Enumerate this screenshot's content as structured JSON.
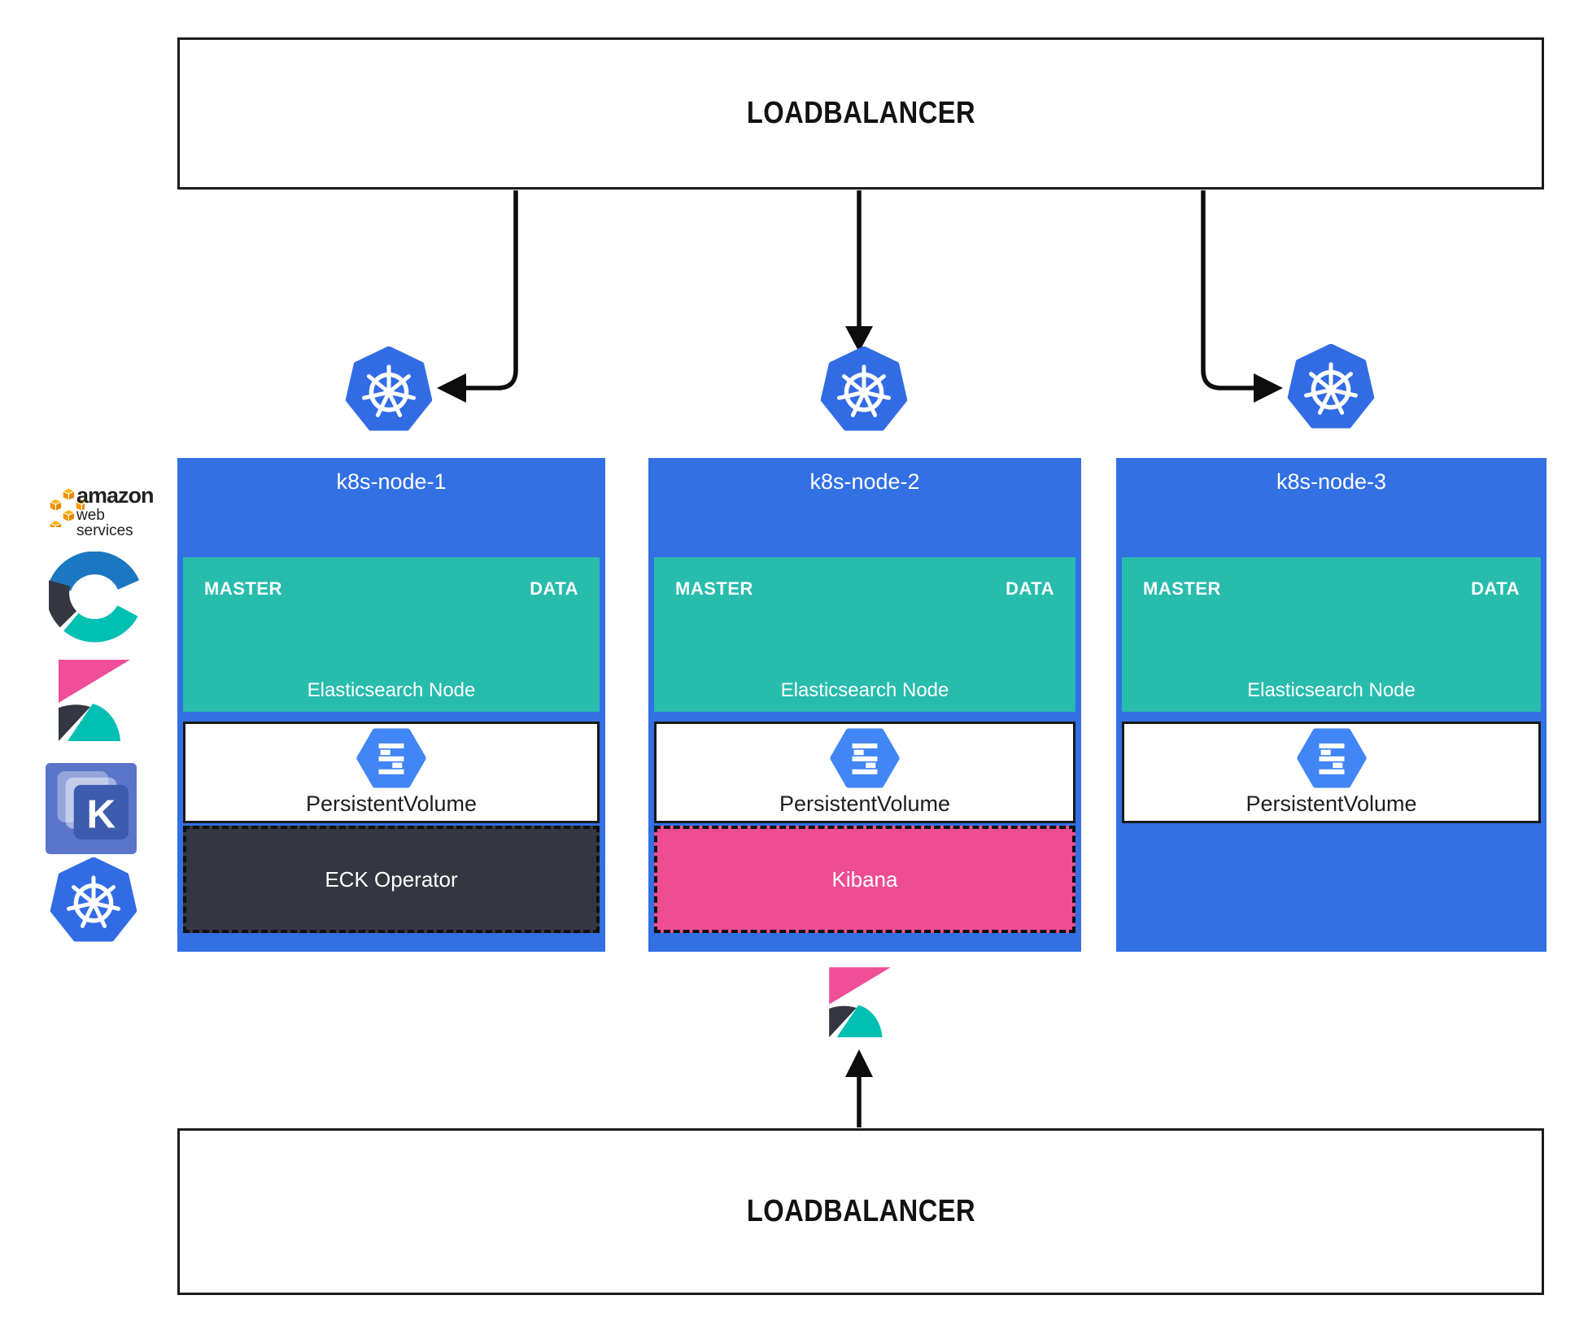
{
  "loadbalancers": {
    "top_label": "LOADBALANCER",
    "bottom_label": "LOADBALANCER"
  },
  "nodes": [
    {
      "title": "k8s-node-1",
      "master_label": "MASTER",
      "data_label": "DATA",
      "es_label": "Elasticsearch Node",
      "pv_label": "PersistentVolume",
      "extra_label": "ECK Operator"
    },
    {
      "title": "k8s-node-2",
      "master_label": "MASTER",
      "data_label": "DATA",
      "es_label": "Elasticsearch Node",
      "pv_label": "PersistentVolume",
      "extra_label": "Kibana"
    },
    {
      "title": "k8s-node-3",
      "master_label": "MASTER",
      "data_label": "DATA",
      "es_label": "Elasticsearch Node",
      "pv_label": "PersistentVolume"
    }
  ],
  "sidebar": {
    "aws_line1": "amazon",
    "aws_line2": "web services",
    "kustomize_letter": "K",
    "icons": [
      "aws",
      "elastic-cloud",
      "kibana",
      "kustomize",
      "kubernetes"
    ]
  },
  "colors": {
    "node_blue": "#3270E4",
    "teal": "#28BCAD",
    "pink": "#EF4D92",
    "dark": "#343741",
    "k8s_blue": "#326CE5",
    "eshex_blue": "#4285F4",
    "cloud_blue": "#1B77C1",
    "cloud_teal": "#00BFB3",
    "kibana_pink": "#F04E98",
    "kibana_dark": "#343741",
    "kibana_teal": "#00BFB3",
    "aws_orange": "#F79500",
    "aws_orange_light": "#FDB515",
    "aws_orange_dark": "#E88700",
    "kustomize_bg": "#5B76C8",
    "kustomize_square": "#3D5CAE",
    "line": "#0D0D0D"
  }
}
